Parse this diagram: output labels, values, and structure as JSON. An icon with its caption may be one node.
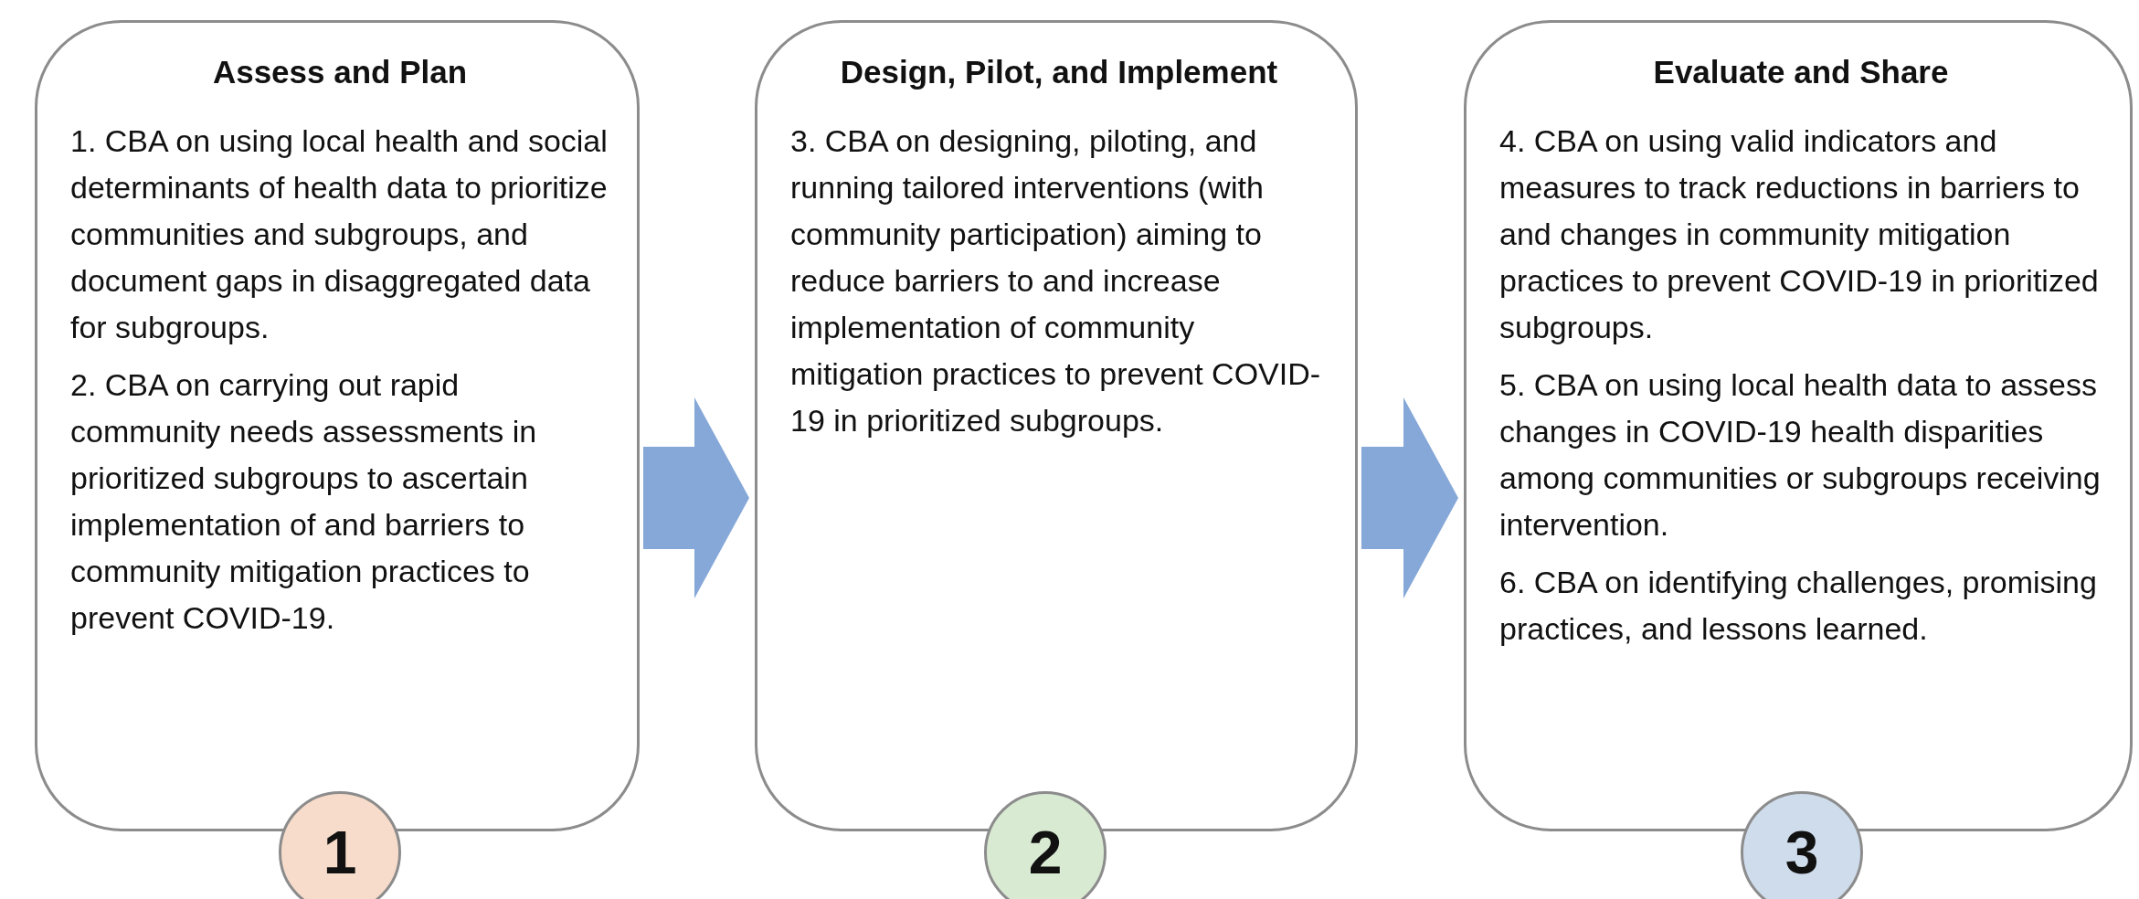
{
  "diagram": {
    "nodes": [
      {
        "text": [
          "Assess and Plan",
          "1. CBA on using local health and social determinants of health data to prioritize communities and subgroups, and document gaps in disaggregated data for subgroups.",
          "2. CBA on carrying out rapid community needs assessments in prioritized subgroups to ascertain implementation of and barriers to community mitigation practices to prevent COVID-19."
        ]
      },
      {
        "text": [
          "1"
        ]
      },
      {
        "text": [
          "Design, Pilot, and Implement",
          "3. CBA on designing, piloting, and running tailored interventions (with community participation) aiming to reduce barriers to and increase implementation of community mitigation practices to prevent COVID-19 in prioritized subgroups."
        ]
      },
      {
        "text": [
          "2"
        ]
      },
      {
        "text": [
          "Evaluate and Share",
          "4. CBA on using valid indicators and measures to track reductions in barriers to and changes in community mitigation practices to prevent COVID-19 in prioritized subgroups.",
          "5.  CBA on using local health data to assess changes in COVID-19 health disparities among communities or subgroups receiving intervention.",
          "6. CBA on identifying challenges, promising practices, and lessons learned."
        ]
      },
      {
        "text": [
          "3"
        ]
      }
    ],
    "edges": [
      {
        "from": 0,
        "to": 2,
        "arrow": "to"
      },
      {
        "from": 2,
        "to": 4,
        "arrow": "to"
      }
    ]
  }
}
